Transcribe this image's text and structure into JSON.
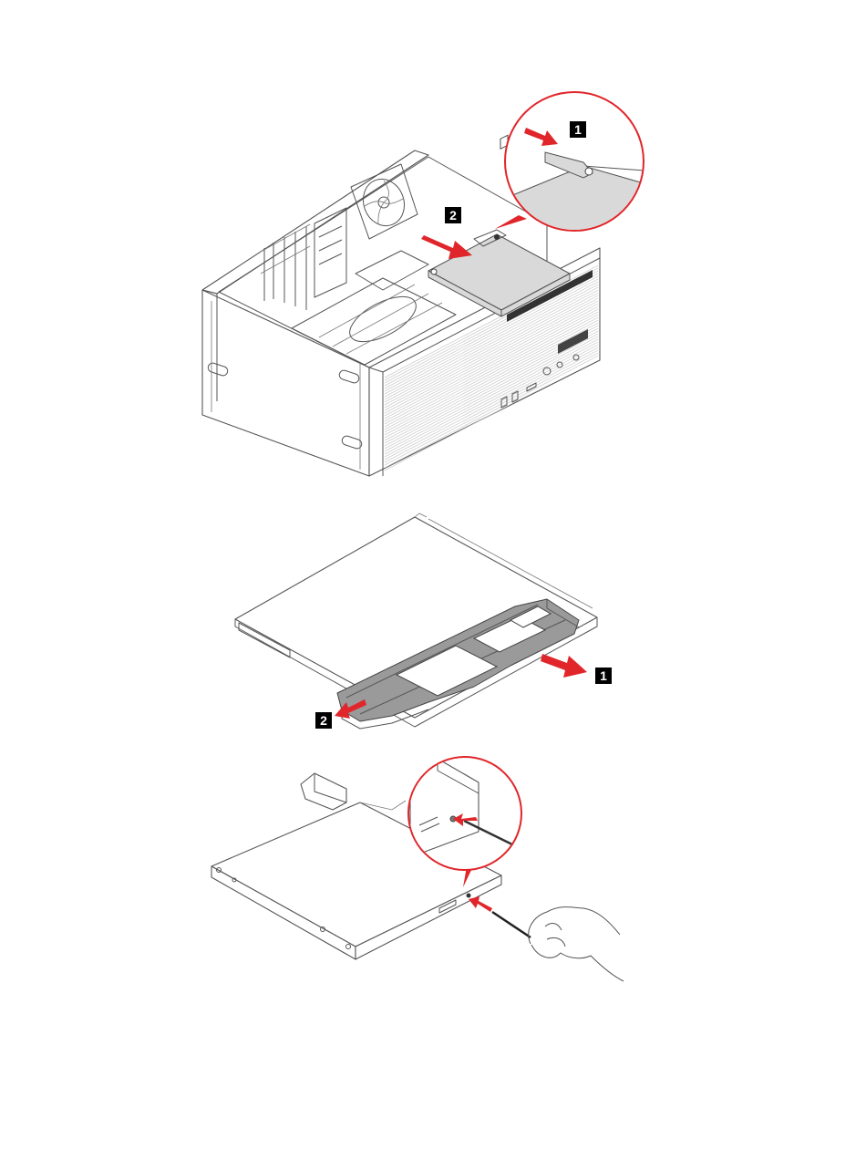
{
  "figures": [
    {
      "id": "remove-optical-drive",
      "callouts": [
        {
          "label": "1",
          "color": "#e0262a"
        },
        {
          "label": "2",
          "color": "#e0262a"
        }
      ]
    },
    {
      "id": "remove-drive-bracket",
      "callouts": [
        {
          "label": "1",
          "color": "#e0262a"
        },
        {
          "label": "2",
          "color": "#e0262a"
        }
      ]
    },
    {
      "id": "eject-tray-pinhole",
      "callouts": []
    }
  ],
  "colors": {
    "accent": "#e0262a",
    "badge": "#000000",
    "line": "#555555",
    "panel_fill": "#d9d9d9"
  },
  "icons": [
    "arrow-icon",
    "magnifier-circle",
    "hand-with-pin"
  ]
}
